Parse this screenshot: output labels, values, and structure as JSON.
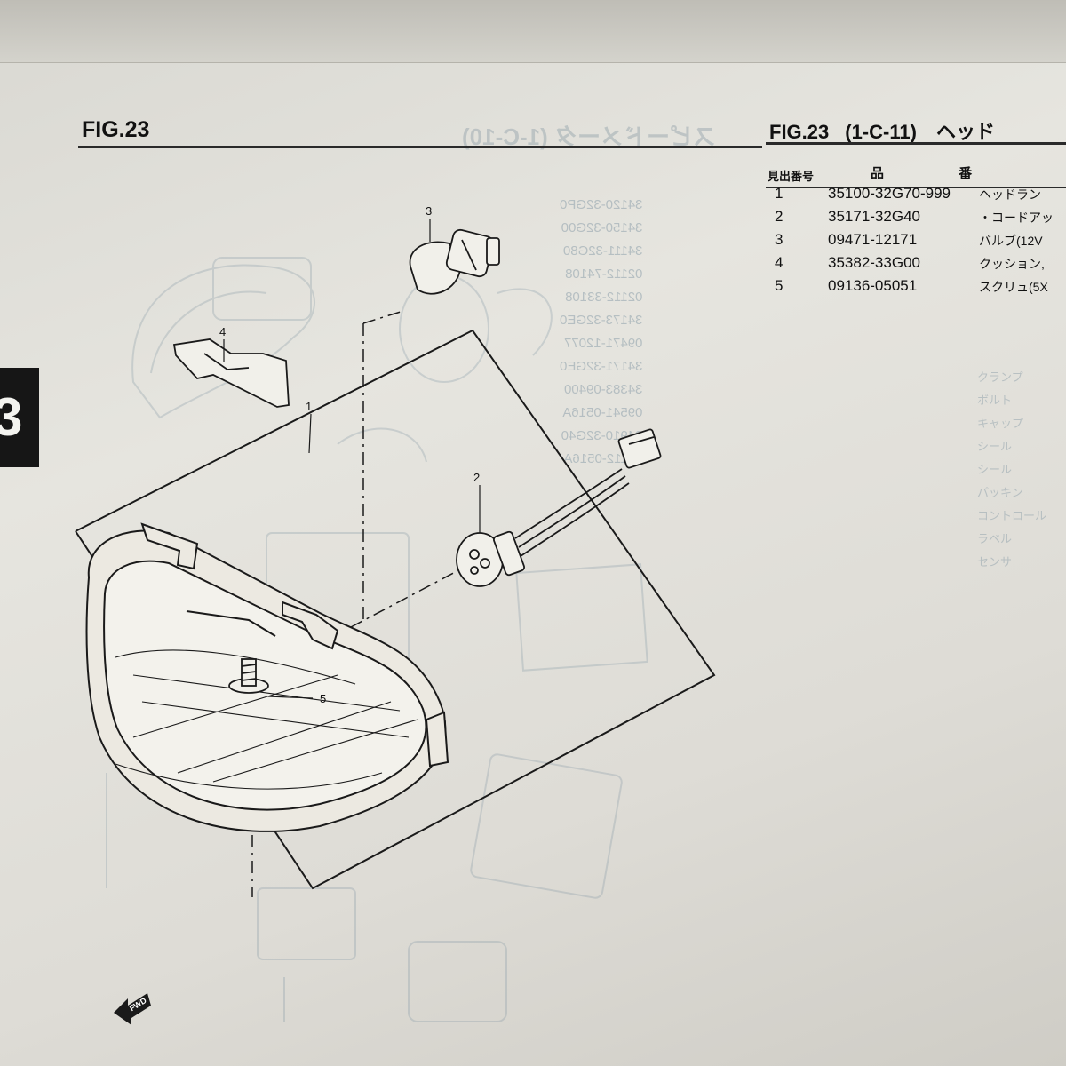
{
  "header": {
    "fig_left": "FIG.23",
    "fig_right": "FIG.23",
    "section_code": "(1-C-11)",
    "section_title": "ヘッド"
  },
  "table": {
    "col_ref": "見出番号",
    "col_part": "品 番",
    "rows": [
      {
        "ref": "1",
        "part_no": "35100-32G70-999",
        "desc": "ヘッドラン"
      },
      {
        "ref": "2",
        "part_no": "35171-32G40",
        "desc": "・コードアッ"
      },
      {
        "ref": "3",
        "part_no": "09471-12171",
        "desc": "バルブ(12V"
      },
      {
        "ref": "4",
        "part_no": "35382-33G00",
        "desc": "クッション,"
      },
      {
        "ref": "5",
        "part_no": "09136-05051",
        "desc": "スクリュ(5X"
      }
    ]
  },
  "tab_marker": "3",
  "diagram": {
    "callouts": [
      "1",
      "2",
      "3",
      "4",
      "5"
    ],
    "fwd_label": "FWD"
  },
  "colors": {
    "ink": "#111111",
    "ghost_blue": "#8fa1ab",
    "tab_black": "#161616"
  }
}
